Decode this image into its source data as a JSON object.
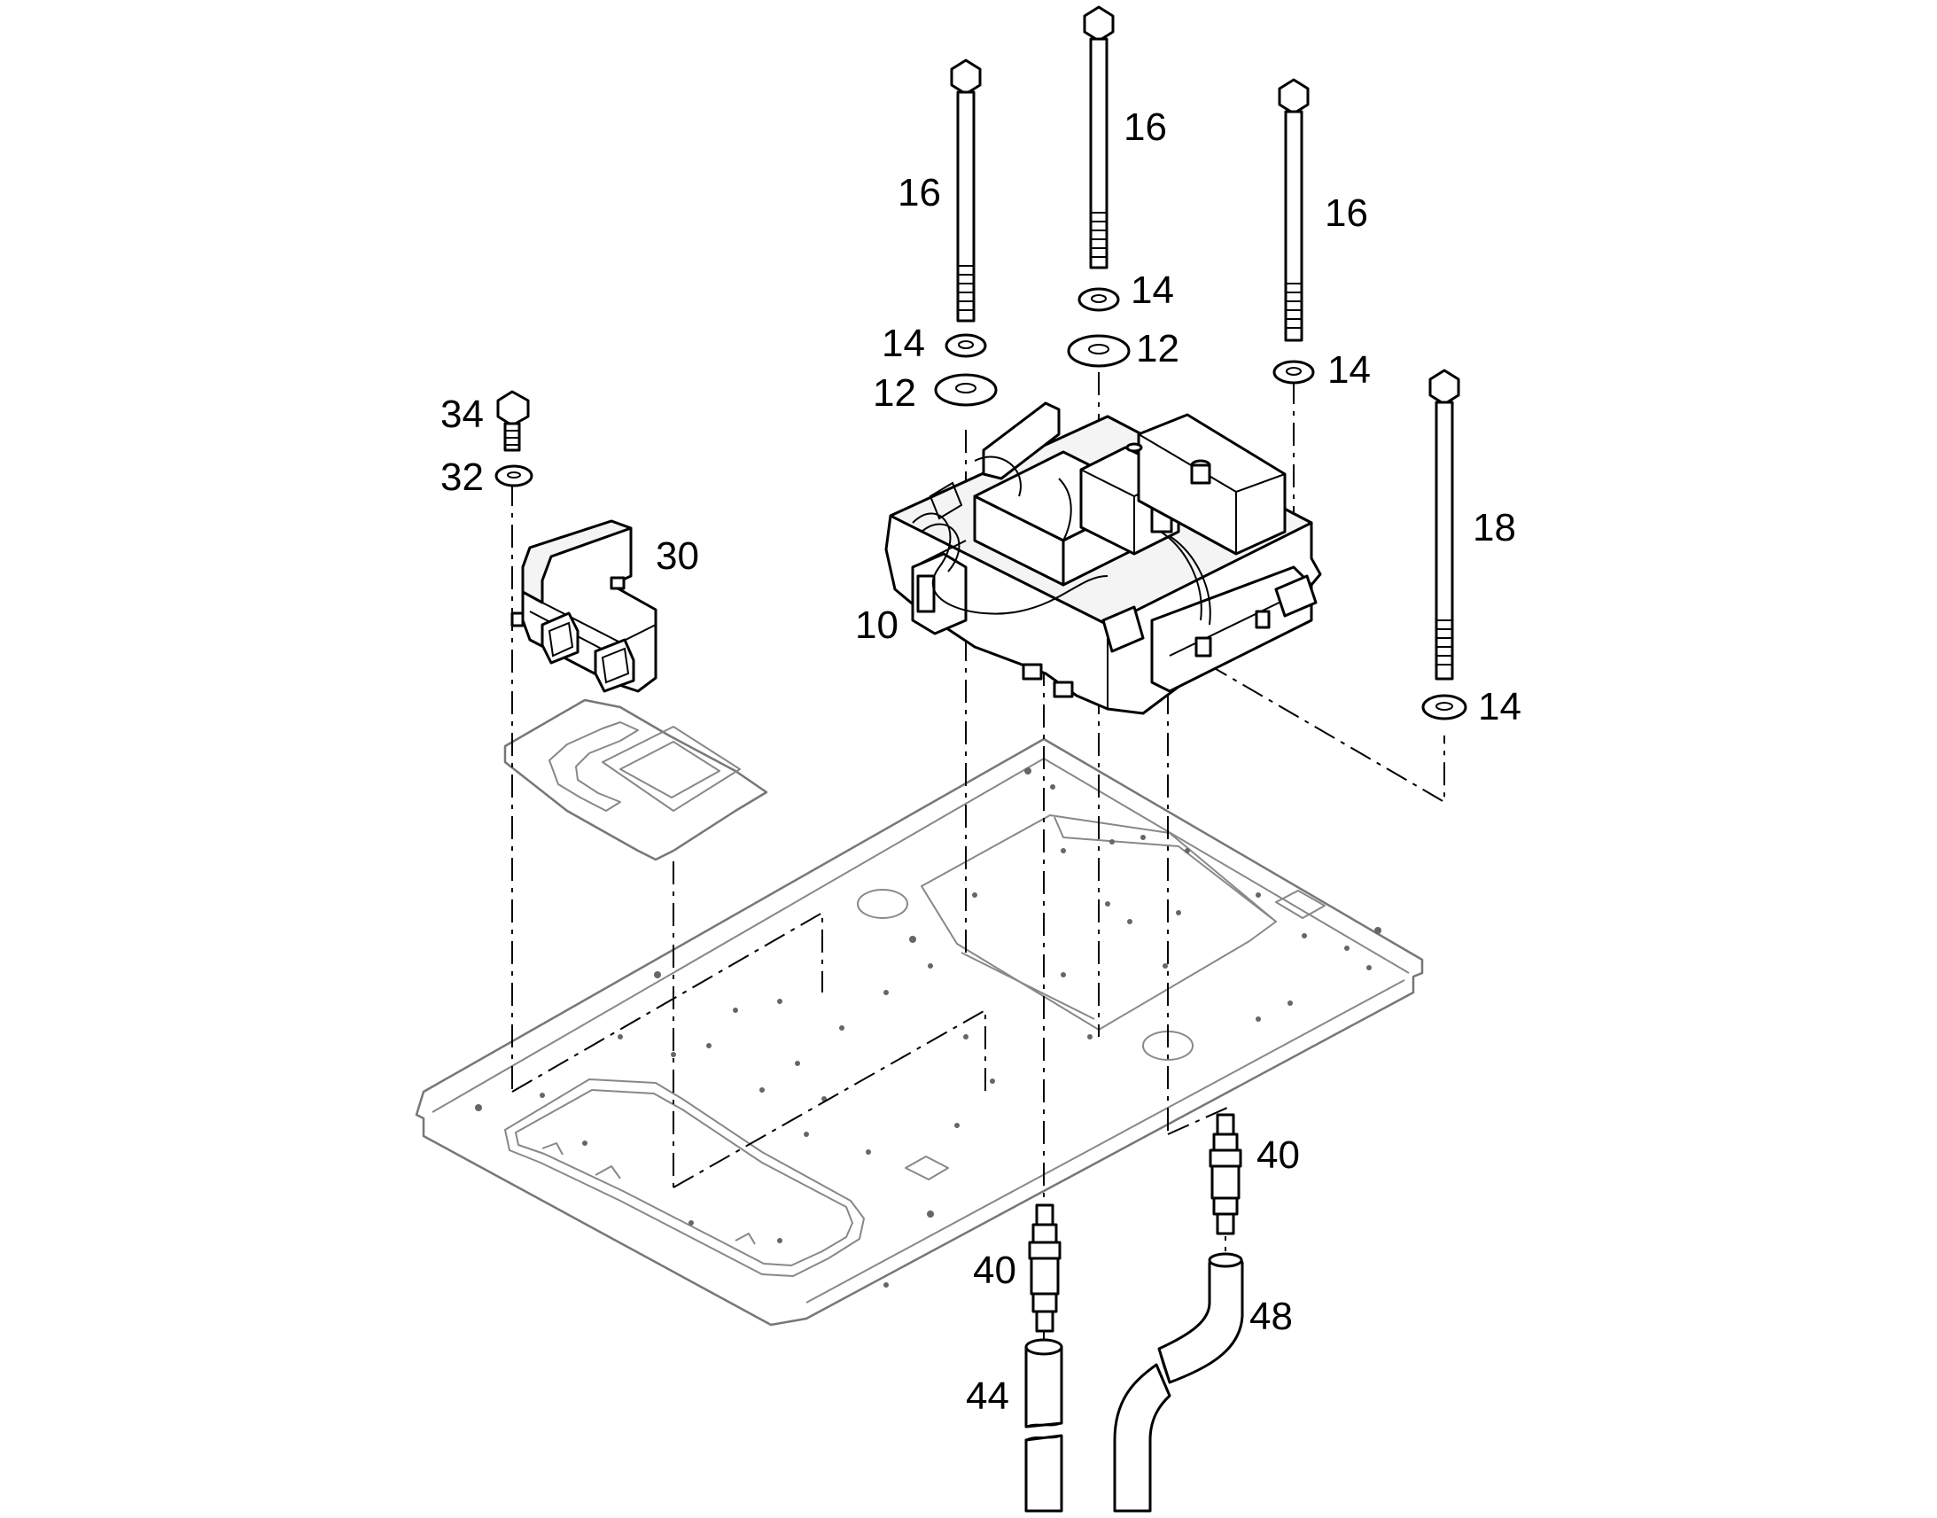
{
  "callouts": {
    "c10": "10",
    "c12a": "12",
    "c12b": "12",
    "c14a": "14",
    "c14b": "14",
    "c14c": "14",
    "c14d": "14",
    "c16a": "16",
    "c16b": "16",
    "c16c": "16",
    "c18": "18",
    "c30": "30",
    "c32": "32",
    "c34": "34",
    "c40a": "40",
    "c40b": "40",
    "c44": "44",
    "c48": "48"
  }
}
